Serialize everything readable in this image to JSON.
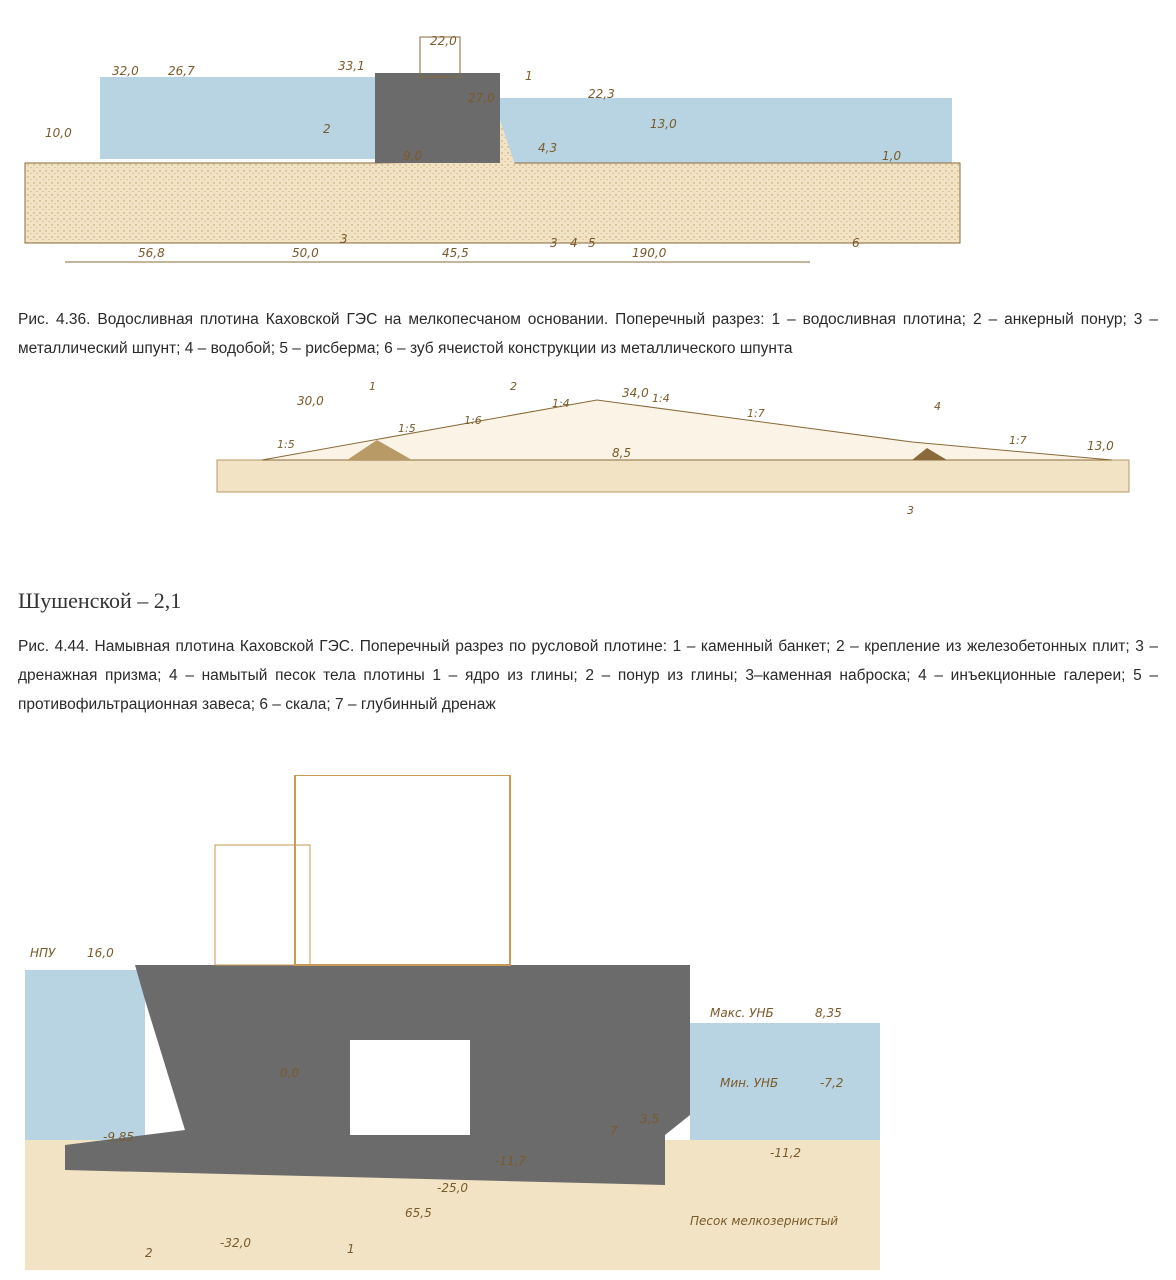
{
  "figure1": {
    "caption": "Рис. 4.36. Водосливная плотина Каховской ГЭС на мелкопесчаном основании. Поперечный разрез: 1 – водосливная плотина; 2 – анкерный понур; 3 – металлический шпунт; 4 – водобой; 5 – рисберма; 6 – зуб ячеистой конструкции из металлического шпунта",
    "elevations": [
      "32,0",
      "26,7",
      "33,1",
      "22,0",
      "27,0",
      "22,3",
      "13,0",
      "10,0",
      "9,0",
      "4,3",
      "1,0"
    ],
    "dimensions": [
      "56,8",
      "50,0",
      "45,5",
      "190,0"
    ],
    "callouts": [
      "1",
      "2",
      "3",
      "3",
      "4",
      "5",
      "6"
    ]
  },
  "figure2": {
    "elevations": [
      "30,0",
      "34,0",
      "8,5",
      "13,0"
    ],
    "slopes": [
      "1:5",
      "1:5",
      "1:6",
      "1:4",
      "1:4",
      "1:7",
      "1:7"
    ],
    "callouts": [
      "1",
      "2",
      "3",
      "4"
    ]
  },
  "section_heading": "Шушенской – 2,1",
  "figure2_caption": "Рис. 4.44. Намывная плотина Каховской ГЭС. Поперечный разрез по русловой плотине: 1 – каменный банкет; 2 – крепление из железобетонных плит; 3 – дренажная призма; 4 – намытый песок тела плотины 1 – ядро из глины; 2 – понур из глины; 3–каменная наброска; 4 – инъекционные галереи; 5 – противофильтрационная завеса; 6 – скала; 7 – глубинный дренаж",
  "figure3": {
    "elevations": [
      "16,0",
      "8,35",
      "0,0",
      "-7,2",
      "-9,85",
      "-11,7",
      "-11,2",
      "-32,0",
      "-25,0"
    ],
    "level_labels": [
      "НПУ",
      "Макс. УНБ",
      "Мин. УНБ"
    ],
    "sand_label": "Песок мелкозернистый",
    "dimensions": [
      "65,5"
    ],
    "callouts": [
      "1",
      "2",
      "7",
      "3,5"
    ]
  },
  "colors": {
    "water": "#b8d4e3",
    "concrete": "#6b6b6b",
    "sand": "#f2e3c4",
    "line": "#8a6a3a"
  }
}
